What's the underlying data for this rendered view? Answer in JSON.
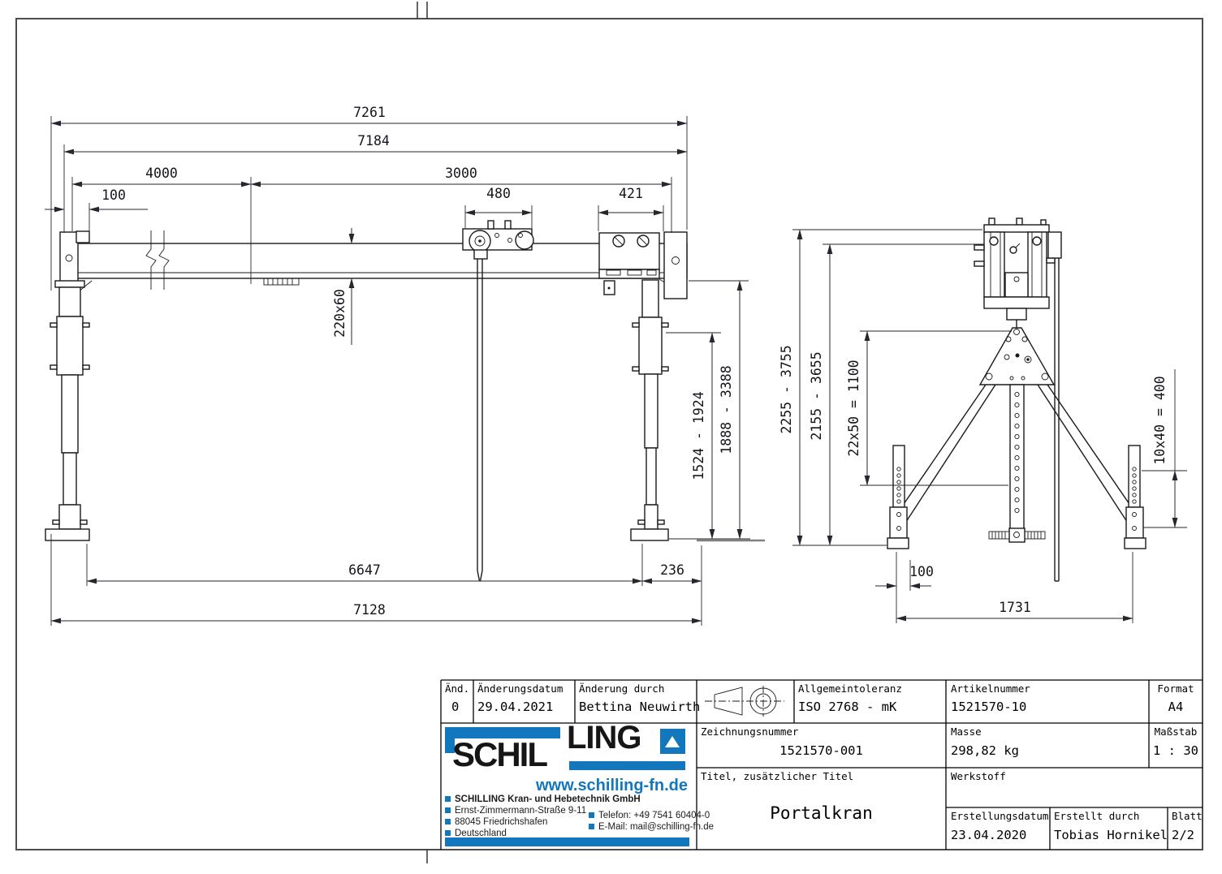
{
  "meta": {
    "accent_blue": "#1277BD",
    "line_color": "#1a1a1a",
    "document_kind": "technical drawing"
  },
  "views": {
    "front": {
      "total_length": "7261",
      "beam_length": "7184",
      "span_left": "4000",
      "span_right": "3000",
      "end_offset": "100",
      "trolley_width": "480",
      "mount_width": "421",
      "beam_section": "220x60",
      "leg_stroke": "1524 - 1924",
      "height_range": "1888 - 3388",
      "base_span": "6647",
      "base_right": "236",
      "base_total": "7128"
    },
    "side": {
      "height_total": "2255 - 3755",
      "height_inner": "2155 - 3655",
      "hole_pattern_column": "22x50 = 1100",
      "hole_pattern_post": "10x40 = 400",
      "foot_offset": "100",
      "base_width": "1731"
    }
  },
  "title_block": {
    "revision": {
      "label": "Änd.",
      "value": "0"
    },
    "revision_date": {
      "label": "Änderungsdatum",
      "value": "29.04.2021"
    },
    "revision_by": {
      "label": "Änderung durch",
      "value": "Bettina Neuwirth"
    },
    "general_tolerance": {
      "label": "Allgemeintoleranz",
      "value": "ISO 2768 - mK"
    },
    "article_number": {
      "label": "Artikelnummer",
      "value": "1521570-10"
    },
    "format": {
      "label": "Format",
      "value": "A4"
    },
    "drawing_number": {
      "label": "Zeichnungsnummer",
      "value": "1521570-001"
    },
    "mass": {
      "label": "Masse",
      "value": "298,82 kg"
    },
    "scale": {
      "label": "Maßstab",
      "value": "1 : 30"
    },
    "title": {
      "label": "Titel, zusätzlicher Titel",
      "value": "Portalkran"
    },
    "material": {
      "label": "Werkstoff",
      "value": ""
    },
    "creation_date": {
      "label": "Erstellungsdatum",
      "value": "23.04.2020"
    },
    "created_by": {
      "label": "Erstellt durch",
      "value": "Tobias Hornikel"
    },
    "sheet": {
      "label": "Blatt",
      "value": "2/2"
    }
  },
  "logo": {
    "brand_left": "SCHIL",
    "brand_right": "LING",
    "website": "www.schilling-fn.de",
    "company": "SCHILLING Kran- und Hebetechnik GmbH",
    "street": "Ernst-Zimmermann-Straße 9-11",
    "city": "88045 Friedrichshafen",
    "country": "Deutschland",
    "phone": "Telefon: +49 7541 60404-0",
    "email": "E-Mail: mail@schilling-fn.de"
  }
}
